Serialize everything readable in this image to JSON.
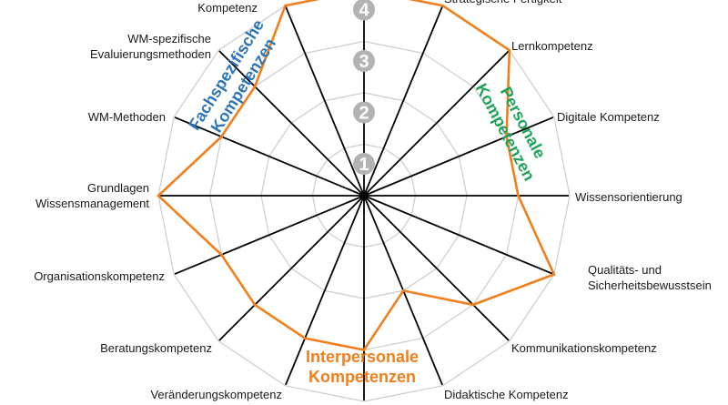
{
  "chart_data": {
    "type": "radar",
    "categories": [
      "",
      "Strategische Fertigkeit",
      "Lernkompetenz",
      "Digitale Kompetenz",
      "Wissensorientierung",
      "Qualitäts- und|Sicherheitsbewusstsein",
      "Kommunikationskompetenz",
      "Didaktische Kompetenz",
      "",
      "Veränderungskompetenz",
      "Beratungskompetenz",
      "Organisationskompetenz",
      "Grundlagen|Wissensmanagement",
      "WM-Methoden",
      "WM-spezifische|Evaluierungsmethoden",
      "Kompetenz"
    ],
    "values": [
      4,
      4,
      4,
      3,
      3,
      4,
      3,
      2,
      3,
      3,
      3,
      3,
      4,
      3,
      3,
      4
    ],
    "rlim": [
      0,
      4
    ],
    "ring_labels": [
      "1",
      "2",
      "3",
      "4"
    ],
    "grid": true,
    "line_color": "#f07f1e",
    "groups": [
      {
        "text": "Fachspezifische|Kompetenzen",
        "color": "#2e75b6"
      },
      {
        "text": "Personale|Kompetenzen",
        "color": "#1fa35a"
      },
      {
        "text": "Interpersonale|Kompetenzen",
        "color": "#f07f1e"
      }
    ]
  }
}
